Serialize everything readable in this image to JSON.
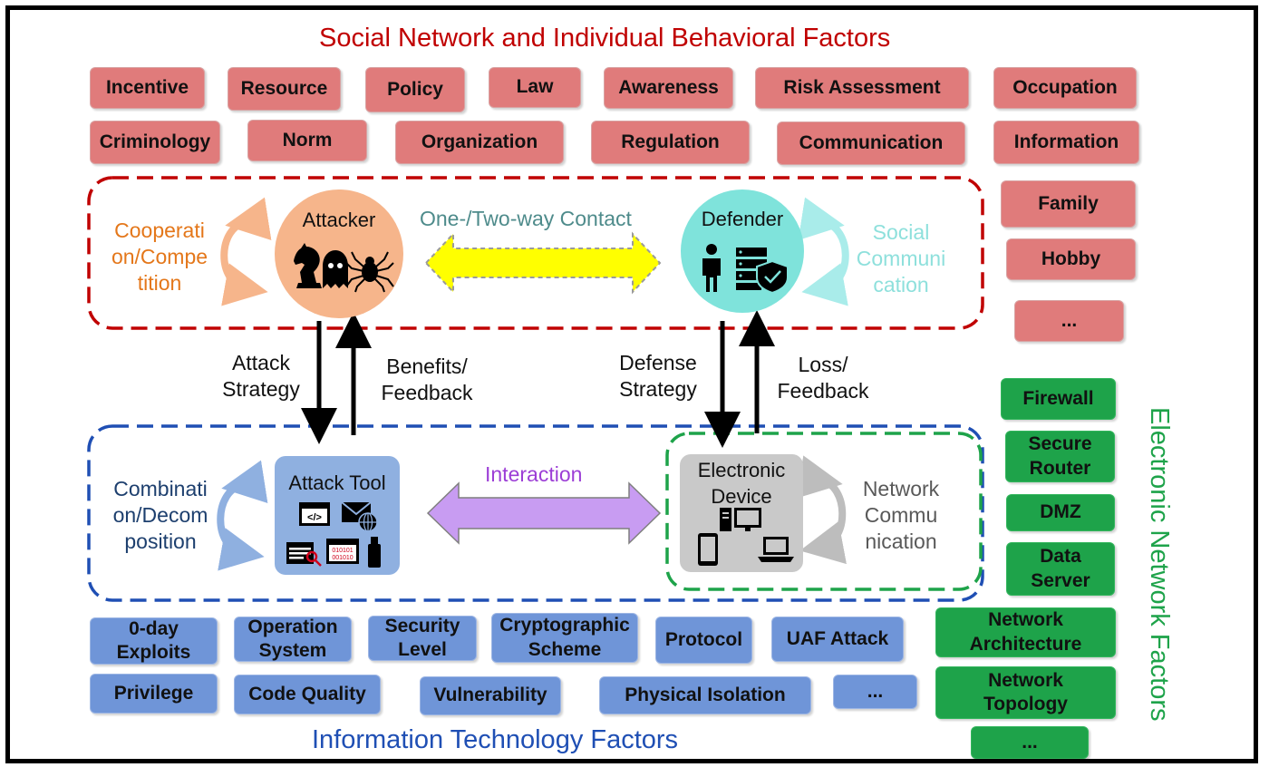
{
  "social": {
    "title": "Social Network and Individual Behavioral Factors",
    "row1": [
      "Incentive",
      "Resource",
      "Policy",
      "Law",
      "Awareness",
      "Risk Assessment",
      "Occupation"
    ],
    "row2": [
      "Criminology",
      "Norm",
      "Organization",
      "Regulation",
      "Communication",
      "Information"
    ],
    "side": [
      "Family",
      "Hobby",
      "..."
    ]
  },
  "actors": {
    "attacker": "Attacker",
    "defender": "Defender",
    "contact": "One-/Two-way Contact",
    "cooperation": [
      "Cooperati",
      "on/Compe",
      "tition"
    ],
    "social_comm": [
      "Social",
      "Communi",
      "cation"
    ]
  },
  "flows": {
    "attack_strategy": [
      "Attack",
      "Strategy"
    ],
    "benefits": [
      "Benefits/",
      "Feedback"
    ],
    "defense_strategy": [
      "Defense",
      "Strategy"
    ],
    "loss": [
      "Loss/",
      "Feedback"
    ]
  },
  "tech_layer": {
    "attack_tool": "Attack Tool",
    "electronic_device": [
      "Electronic",
      "Device"
    ],
    "interaction": "Interaction",
    "combination": [
      "Combinati",
      "on/Decom",
      "position"
    ],
    "network_comm": [
      "Network",
      "Commu",
      "nication"
    ]
  },
  "it": {
    "title": "Information Technology Factors",
    "row1": [
      [
        "0-day",
        "Exploits"
      ],
      [
        "Operation",
        "System"
      ],
      [
        "Security",
        "Level"
      ],
      [
        "Cryptographic",
        "Scheme"
      ],
      [
        "Protocol"
      ],
      [
        "UAF Attack"
      ]
    ],
    "row2": [
      "Privilege",
      "Code Quality",
      "Vulnerability",
      "Physical Isolation",
      "..."
    ]
  },
  "electronic": {
    "title": "Electronic Network Factors",
    "items": [
      [
        "Firewall"
      ],
      [
        "Secure",
        "Router"
      ],
      [
        "DMZ"
      ],
      [
        "Data",
        "Server"
      ],
      [
        "Network",
        "Architecture"
      ],
      [
        "Network",
        "Topology"
      ],
      [
        "..."
      ]
    ]
  },
  "colors": {
    "social": "#c00000",
    "it": "#1f4fb4",
    "electronic": "#1ea34a",
    "box_red": "#e07b7b",
    "box_blue": "#6f95d8",
    "box_green": "#1ea34a",
    "attacker_circle": "#f6b58b",
    "defender_circle": "#7fe3db",
    "contact_arrow": "#ffff00",
    "interaction_arrow": "#c89cf2"
  }
}
